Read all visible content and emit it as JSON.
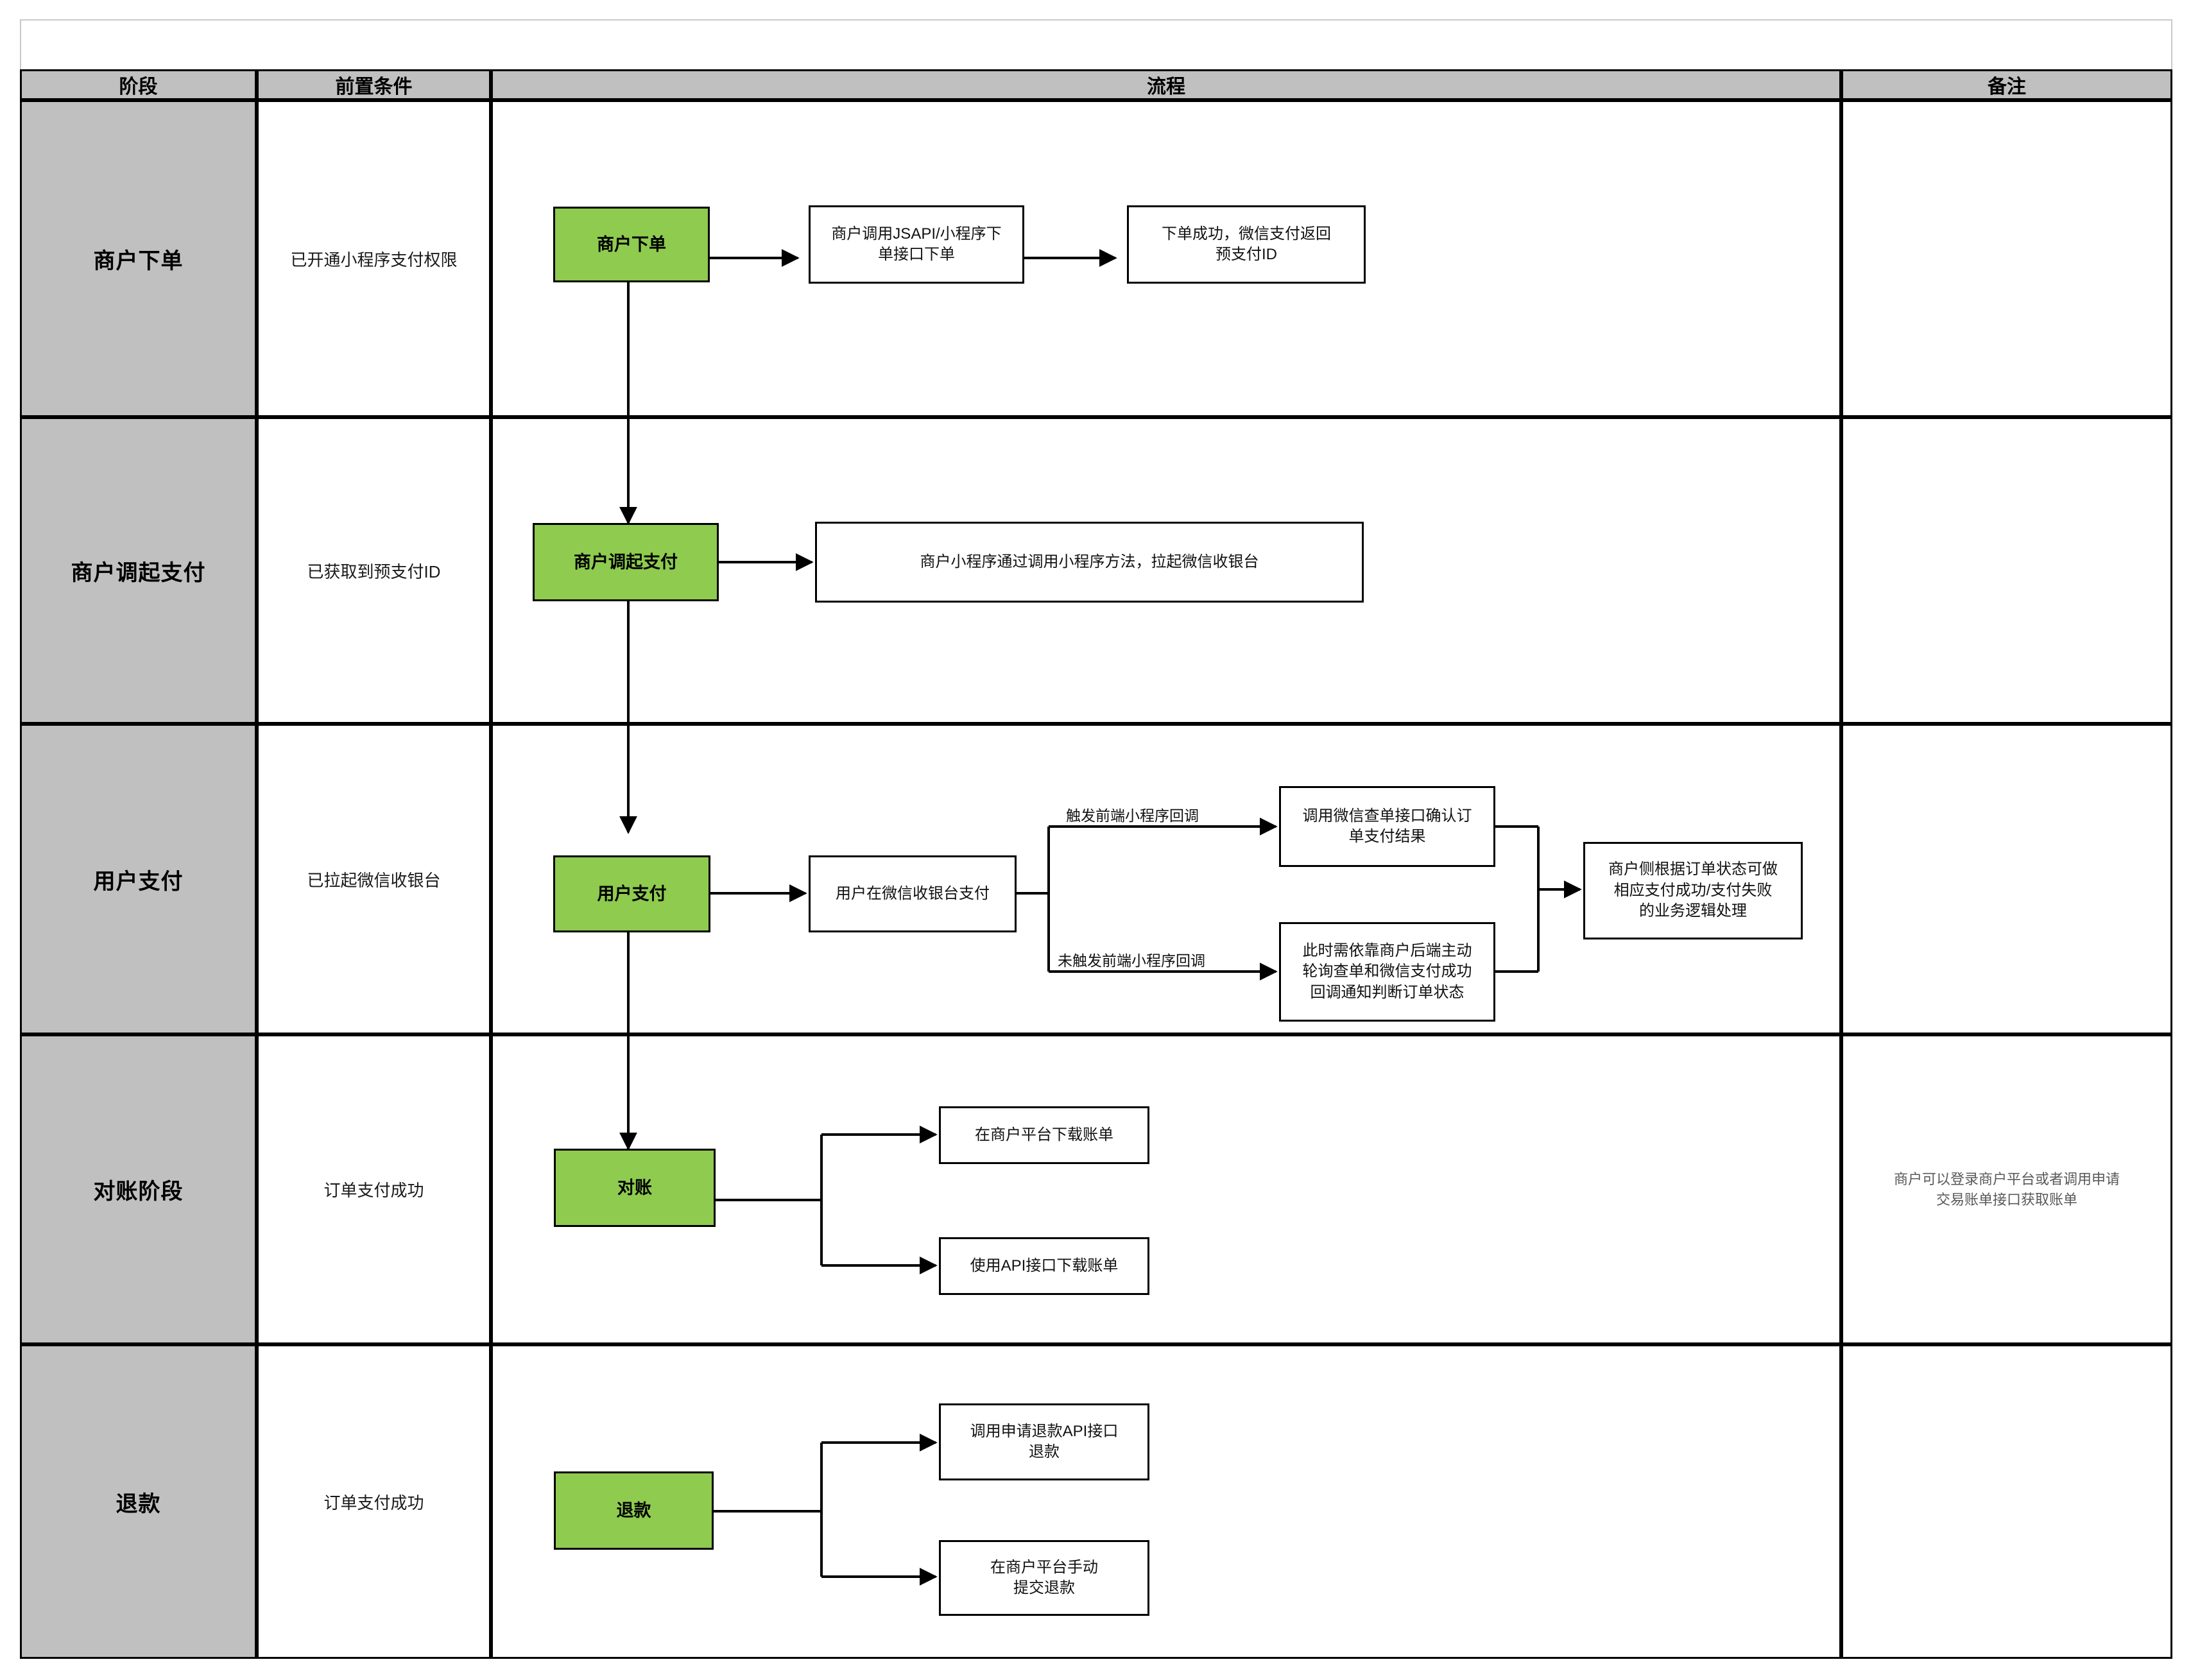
{
  "table": {
    "columns": [
      {
        "key": "stage",
        "header": "阶段"
      },
      {
        "key": "precondition",
        "header": "前置条件"
      },
      {
        "key": "flow",
        "header": "流程"
      },
      {
        "key": "remark",
        "header": "备注"
      }
    ],
    "rows": [
      {
        "stage": "商户下单",
        "precondition": "已开通小程序支付权限",
        "remark": ""
      },
      {
        "stage": "商户调起支付",
        "precondition": "已获取到预支付ID",
        "remark": ""
      },
      {
        "stage": "用户支付",
        "precondition": "已拉起微信收银台",
        "remark": ""
      },
      {
        "stage": "对账阶段",
        "precondition": "订单支付成功",
        "remark": "商户可以登录商户平台或者调用申请\n交易账单接口获取账单"
      },
      {
        "stage": "退款",
        "precondition": "订单支付成功",
        "remark": ""
      }
    ]
  },
  "flow": {
    "nodes": {
      "n1_start": "商户下单",
      "n1_a": "商户调用JSAPI/小程序下\n单接口下单",
      "n1_b": "下单成功，微信支付返回\n预支付ID",
      "n2_start": "商户调起支付",
      "n2_a": "商户小程序通过调用小程序方法，拉起微信收银台",
      "n3_start": "用户支付",
      "n3_a": "用户在微信收银台支付",
      "n3_b": "调用微信查单接口确认订\n单支付结果",
      "n3_c": "此时需依靠商户后端主动\n轮询查单和微信支付成功\n回调通知判断订单状态",
      "n3_d": "商户侧根据订单状态可做\n相应支付成功/支付失败\n的业务逻辑处理",
      "n4_start": "对账",
      "n4_a": "在商户平台下载账单",
      "n4_b": "使用API接口下载账单",
      "n5_start": "退款",
      "n5_a": "调用申请退款API接口\n退款",
      "n5_b": "在商户平台手动\n提交退款"
    },
    "edge_labels": {
      "e_callback_yes": "触发前端小程序回调",
      "e_callback_no": "未触发前端小程序回调"
    }
  },
  "colors": {
    "node_green": "#8ECB4F",
    "header_gray": "#C0C0C0",
    "stage_gray": "#C0C0C0",
    "line_black": "#000000",
    "remark_gray": "#595959"
  }
}
